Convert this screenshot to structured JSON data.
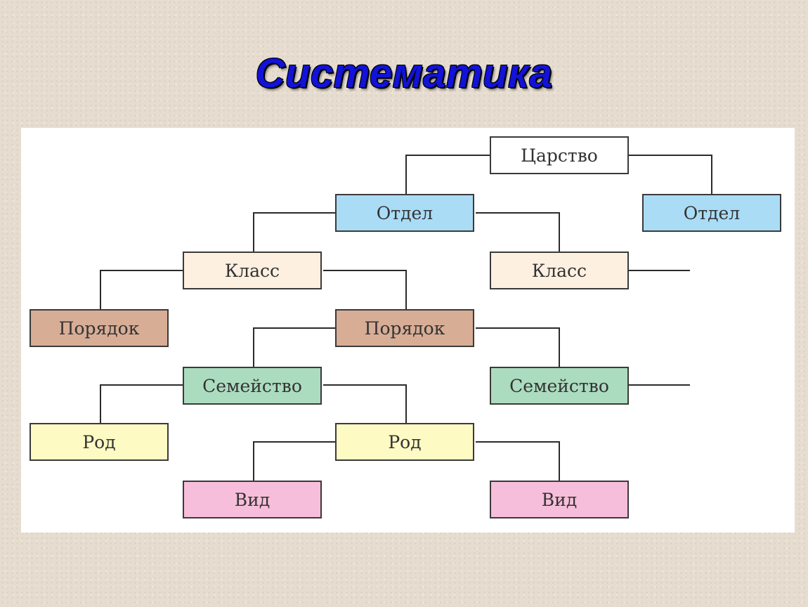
{
  "title": "Систематика",
  "colors": {
    "kingdom": "#ffffff",
    "division": "#aadcf6",
    "class": "#fdf0e0",
    "order": "#d8ad96",
    "family": "#acdcc0",
    "genus": "#fefac4",
    "species": "#f7bedb"
  },
  "diagram": {
    "nodes": [
      {
        "id": "kingdom",
        "label": "Царство",
        "level": "kingdom"
      },
      {
        "id": "division-1",
        "label": "Отдел",
        "level": "division",
        "parent": "kingdom"
      },
      {
        "id": "division-2",
        "label": "Отдел",
        "level": "division",
        "parent": "kingdom"
      },
      {
        "id": "class-1",
        "label": "Класс",
        "level": "class",
        "parent": "division-1"
      },
      {
        "id": "class-2",
        "label": "Класс",
        "level": "class",
        "parent": "division-1"
      },
      {
        "id": "order-1",
        "label": "Порядок",
        "level": "order",
        "parent": "class-1"
      },
      {
        "id": "order-2",
        "label": "Порядок",
        "level": "order",
        "parent": "class-1"
      },
      {
        "id": "family-1",
        "label": "Семейство",
        "level": "family",
        "parent": "order-2"
      },
      {
        "id": "family-2",
        "label": "Семейство",
        "level": "family",
        "parent": "order-2"
      },
      {
        "id": "genus-1",
        "label": "Род",
        "level": "genus",
        "parent": "family-1"
      },
      {
        "id": "genus-2",
        "label": "Род",
        "level": "genus",
        "parent": "family-1"
      },
      {
        "id": "species-1",
        "label": "Вид",
        "level": "species",
        "parent": "genus-2"
      },
      {
        "id": "species-2",
        "label": "Вид",
        "level": "species",
        "parent": "genus-2"
      }
    ]
  }
}
